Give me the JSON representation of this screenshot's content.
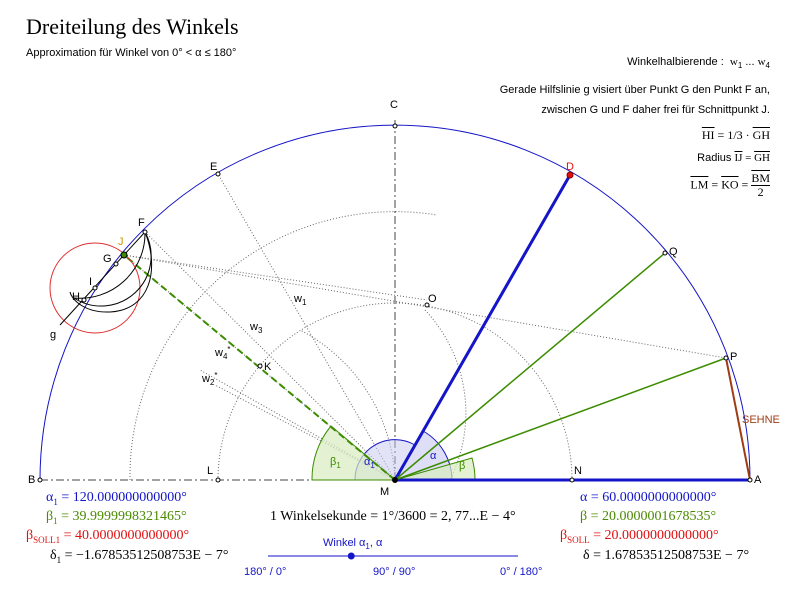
{
  "header": {
    "title": "Dreiteilung des Winkels",
    "subtitle": "Approximation für Winkel von 0° < α ≤ 180°"
  },
  "info": {
    "bisector_label": "Winkelhalbierende :",
    "bisector_range_a": "w",
    "bisector_range_sub_a": "1",
    "bisector_range_mid": " ... ",
    "bisector_range_b": "w",
    "bisector_range_sub_b": "4",
    "line1": "Gerade Hilfslinie g visiert über Punkt G den Punkt F an,",
    "line2": "zwischen G und F daher frei für Schnittpunkt J.",
    "eq1_left": "HI",
    "eq1_mid": " = 1/3 · ",
    "eq1_right": "GH",
    "eq2_prefix": "Radius ",
    "eq2_left": "IJ",
    "eq2_mid": " = ",
    "eq2_right": "GH",
    "eq3_left": "LM",
    "eq3_mid1": " = ",
    "eq3_mid": "KO",
    "eq3_mid2": " = ",
    "eq3_num": "BM",
    "eq3_den": "2"
  },
  "points": {
    "A": "A",
    "B": "B",
    "C": "C",
    "D": "D",
    "E": "E",
    "F": "F",
    "G": "G",
    "H": "H",
    "I": "I",
    "J": "J",
    "K": "K",
    "L": "L",
    "M": "M",
    "N": "N",
    "O": "O",
    "P": "P",
    "Q": "Q",
    "g": "g",
    "w1": "w",
    "w1_sub": "1",
    "w2": "w",
    "w2_sub": "2",
    "w2_sup": "*",
    "w3": "w",
    "w3_sub": "3",
    "w4": "w",
    "w4_sub": "4",
    "w4_sup": "*",
    "sehne": "SEHNE"
  },
  "angle_labels": {
    "alpha": "α",
    "beta": "β",
    "beta1": "β",
    "beta1_sub": "1",
    "alpha1": "α",
    "alpha1_sub": "1"
  },
  "left_values": {
    "alpha1_sym": "α",
    "alpha1_sub": "1",
    "alpha1_val": " = 120.000000000000°",
    "beta1_sym": "β",
    "beta1_sub": "1",
    "beta1_val": " = 39.9999998321465°",
    "betasoll1_sym": "β",
    "betasoll1_sub": "SOLL1",
    "betasoll1_val": " = 40.0000000000000°",
    "delta1_sym": "δ",
    "delta1_sub": "1",
    "delta1_val": " = −1.67853512508753E − 7°"
  },
  "right_values": {
    "alpha_sym": "α",
    "alpha_val": " = 60.0000000000000°",
    "beta_sym": "β",
    "beta_val": " = 20.0000001678535°",
    "betasoll_sym": "β",
    "betasoll_sub": "SOLL",
    "betasoll_val": " = 20.0000000000000°",
    "delta_sym": "δ",
    "delta_val": " = 1.67853512508753E − 7°"
  },
  "center_note": "1 Winkelsekunde = 1°/3600 = 2, 77...E − 4°",
  "slider": {
    "title": "Winkel α",
    "title_sub": "1",
    "title_tail": ", α",
    "left_label": "180° / 0°",
    "mid_label": "90° / 90°",
    "right_label": "0° / 180°",
    "value_fraction": 0.333
  },
  "colors": {
    "blue": "#1414c8",
    "green": "#3c8c00",
    "red": "#e01010",
    "brown": "#a03c14",
    "circle_red": "#e03030"
  }
}
